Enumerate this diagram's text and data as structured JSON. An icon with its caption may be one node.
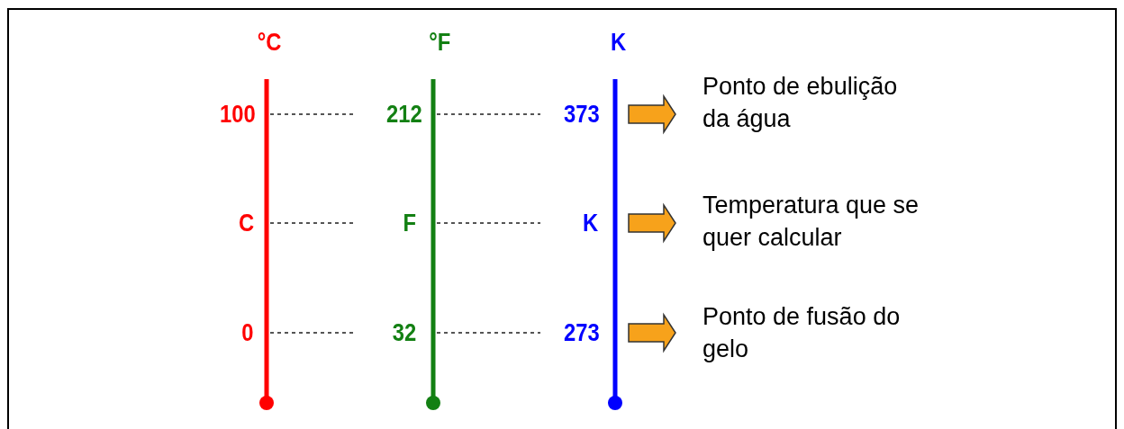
{
  "diagram": {
    "nodes": [
      {
        "text": [
          "Ponto de ebulição da água"
        ]
      },
      {
        "text": [
          "Temperatura que se quer calcular"
        ]
      },
      {
        "text": [
          "Ponto de fusão do gelo"
        ]
      }
    ],
    "edges": [
      {
        "from": null,
        "to": 0,
        "arrow": "to"
      },
      {
        "from": null,
        "to": 1,
        "arrow": "to"
      },
      {
        "from": null,
        "to": 2,
        "arrow": "to"
      }
    ],
    "labels": [
      "°C",
      "°F",
      "K",
      "100",
      "212",
      "373",
      "C",
      "F",
      "K",
      "0",
      "32",
      "273"
    ]
  }
}
